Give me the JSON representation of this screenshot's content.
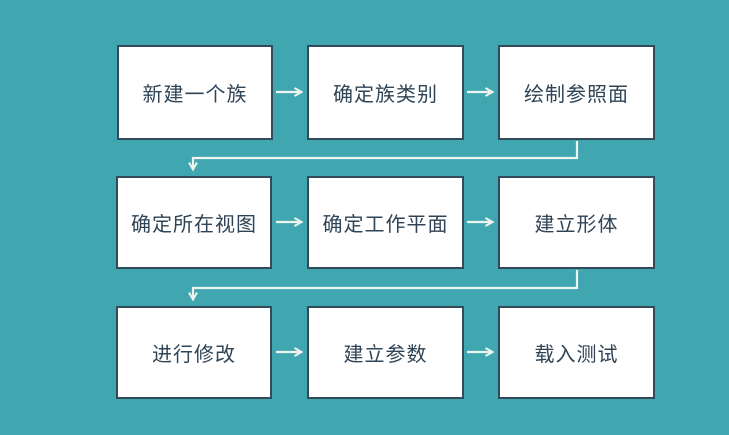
{
  "diagram": {
    "type": "flowchart",
    "nodes": [
      {
        "label": "新建一个族"
      },
      {
        "label": "确定族类别"
      },
      {
        "label": "绘制参照面"
      },
      {
        "label": "确定所在视图"
      },
      {
        "label": "确定工作平面"
      },
      {
        "label": "建立形体"
      },
      {
        "label": "进行修改"
      },
      {
        "label": "建立参数"
      },
      {
        "label": "载入测试"
      }
    ],
    "edges": [
      {
        "from": "新建一个族",
        "to": "确定族类别",
        "style": "straight-arrow"
      },
      {
        "from": "确定族类别",
        "to": "绘制参照面",
        "style": "straight-arrow"
      },
      {
        "from": "绘制参照面",
        "to": "确定所在视图",
        "style": "elbow-arrow"
      },
      {
        "from": "确定所在视图",
        "to": "确定工作平面",
        "style": "straight-arrow"
      },
      {
        "from": "确定工作平面",
        "to": "建立形体",
        "style": "straight-arrow"
      },
      {
        "from": "建立形体",
        "to": "进行修改",
        "style": "elbow-arrow"
      },
      {
        "from": "进行修改",
        "to": "建立参数",
        "style": "straight-arrow"
      },
      {
        "from": "建立参数",
        "to": "载入测试",
        "style": "straight-arrow"
      }
    ],
    "colors": {
      "background": "#40a7b0",
      "node_fill": "#ffffff",
      "node_border": "#33495c",
      "text": "#2f4456",
      "connector": "#f0f4ee"
    }
  }
}
